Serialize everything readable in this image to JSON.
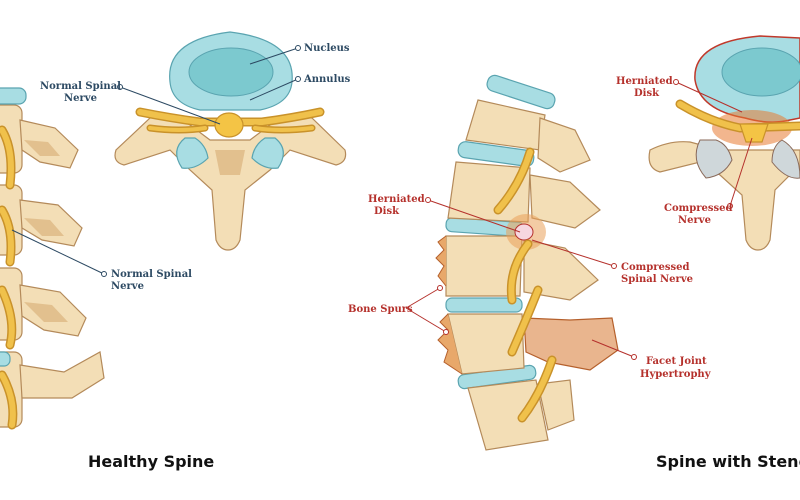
{
  "labels": {
    "nucleus": "Nucleus",
    "annulus": "Annulus",
    "normal_nerve_top_l1": "Normal Spinal",
    "normal_nerve_top_l2": "Nerve",
    "normal_nerve_side_l1": "Normal Spinal",
    "normal_nerve_side_l2": "Nerve",
    "herniated_top_l1": "Herniated",
    "herniated_top_l2": "Disk",
    "compressed_top_l1": "Compressed",
    "compressed_top_l2": "Nerve",
    "herniated_side_l1": "Herniated",
    "herniated_side_l2": "Disk",
    "compressed_side_l1": "Compressed",
    "compressed_side_l2": "Spinal Nerve",
    "bone_spurs": "Bone Spurs",
    "facet_l1": "Facet Joint",
    "facet_l2": "Hypertrophy"
  },
  "captions": {
    "healthy": "Healthy Spine",
    "stenosis": "Spine with Stenosis"
  },
  "colors": {
    "label_normal": "#2d4a63",
    "label_pathology": "#b5312c",
    "bone": "#f3deb6",
    "disc": "#a8dde3",
    "nerve": "#f0c14b"
  }
}
